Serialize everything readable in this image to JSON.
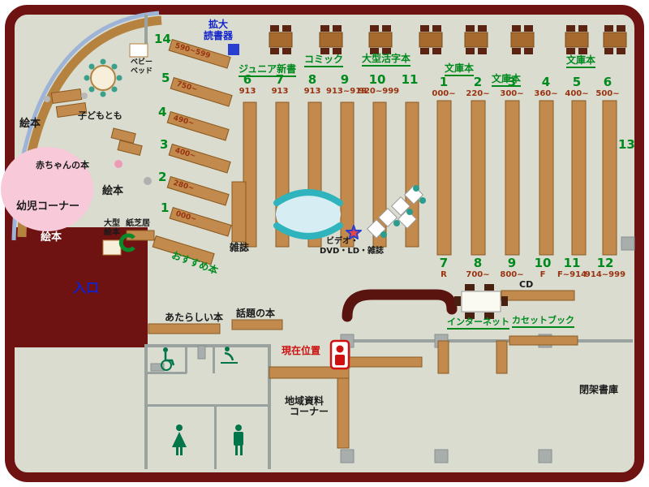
{
  "colors": {
    "wall_maroon": "#6e1212",
    "shelf_tan": "#c28a4c",
    "section_green": "#008a1e",
    "entrance_blue": "#1122cc",
    "alert_red": "#cc1111",
    "bench_teal": "#2fb3bd",
    "kids_pink": "#f7c9d9",
    "background": "#d9dccf"
  },
  "icons": {
    "star": "current-position-star-icon",
    "wheelchair": "wheelchair-icon",
    "baby_changing": "baby-changing-icon",
    "man": "man-icon",
    "woman": "woman-icon",
    "magnifier_device": "magnifier-device-icon"
  },
  "kids": {
    "ehon_top": "絵本",
    "ehon_mid": "絵本",
    "ehon_white": "絵本",
    "baby_books": "赤ちゃんの本",
    "toddler": "幼児コーナー",
    "kodomo": "子どもとも",
    "bed1": "ベビー",
    "bed2": "ベッド",
    "ogata1": "大型",
    "ogata2": "絵本",
    "kamishibai": "紙芝居",
    "entrance": "入口"
  },
  "left_shelves": [
    {
      "num": "14",
      "range": "590~599"
    },
    {
      "num": "5",
      "range": "750~"
    },
    {
      "num": "4",
      "range": "490~"
    },
    {
      "num": "3",
      "range": "400~"
    },
    {
      "num": "2",
      "range": "280~"
    },
    {
      "num": "1",
      "range": "000~"
    }
  ],
  "recommended": "おすすめ本",
  "top": {
    "mag1": "拡大",
    "mag2": "読書器",
    "junior": "ジュニア新書",
    "comic": "コミック",
    "large_print": "大型活字本",
    "bunko1": "文庫本",
    "bunko2": "文庫本",
    "bunko3": "文庫本"
  },
  "colsA": [
    {
      "num": "6",
      "range": "913"
    },
    {
      "num": "7",
      "range": "913"
    },
    {
      "num": "8",
      "range": "913"
    },
    {
      "num": "9",
      "range": "913~919"
    },
    {
      "num": "10",
      "range": "920~999"
    },
    {
      "num": "11",
      "range": ""
    }
  ],
  "colsB_top": [
    {
      "num": "1",
      "range": "000~"
    },
    {
      "num": "2",
      "range": "220~"
    },
    {
      "num": "3",
      "range": "300~"
    },
    {
      "num": "4",
      "range": "360~"
    },
    {
      "num": "5",
      "range": "400~"
    },
    {
      "num": "6",
      "range": "500~"
    }
  ],
  "colsB_bottom": [
    {
      "num": "7",
      "range": "R"
    },
    {
      "num": "8",
      "range": "700~"
    },
    {
      "num": "9",
      "range": "800~"
    },
    {
      "num": "10",
      "range": "F"
    },
    {
      "num": "11",
      "range": "F~914"
    },
    {
      "num": "12",
      "range": "914~999"
    }
  ],
  "thirteen": "13",
  "center": {
    "magazines": "雑誌",
    "video1": "ビデオ・",
    "video2": "DVD・LD・雑誌"
  },
  "south": {
    "new_books": "あたらしい本",
    "topic_books": "話題の本",
    "you_are_here": "現在位置",
    "internet": "インターネット",
    "cd": "CD",
    "cassette": "カセットブック",
    "local1": "地域資料",
    "local2": "コーナー",
    "closed_stacks": "閉架書庫"
  }
}
